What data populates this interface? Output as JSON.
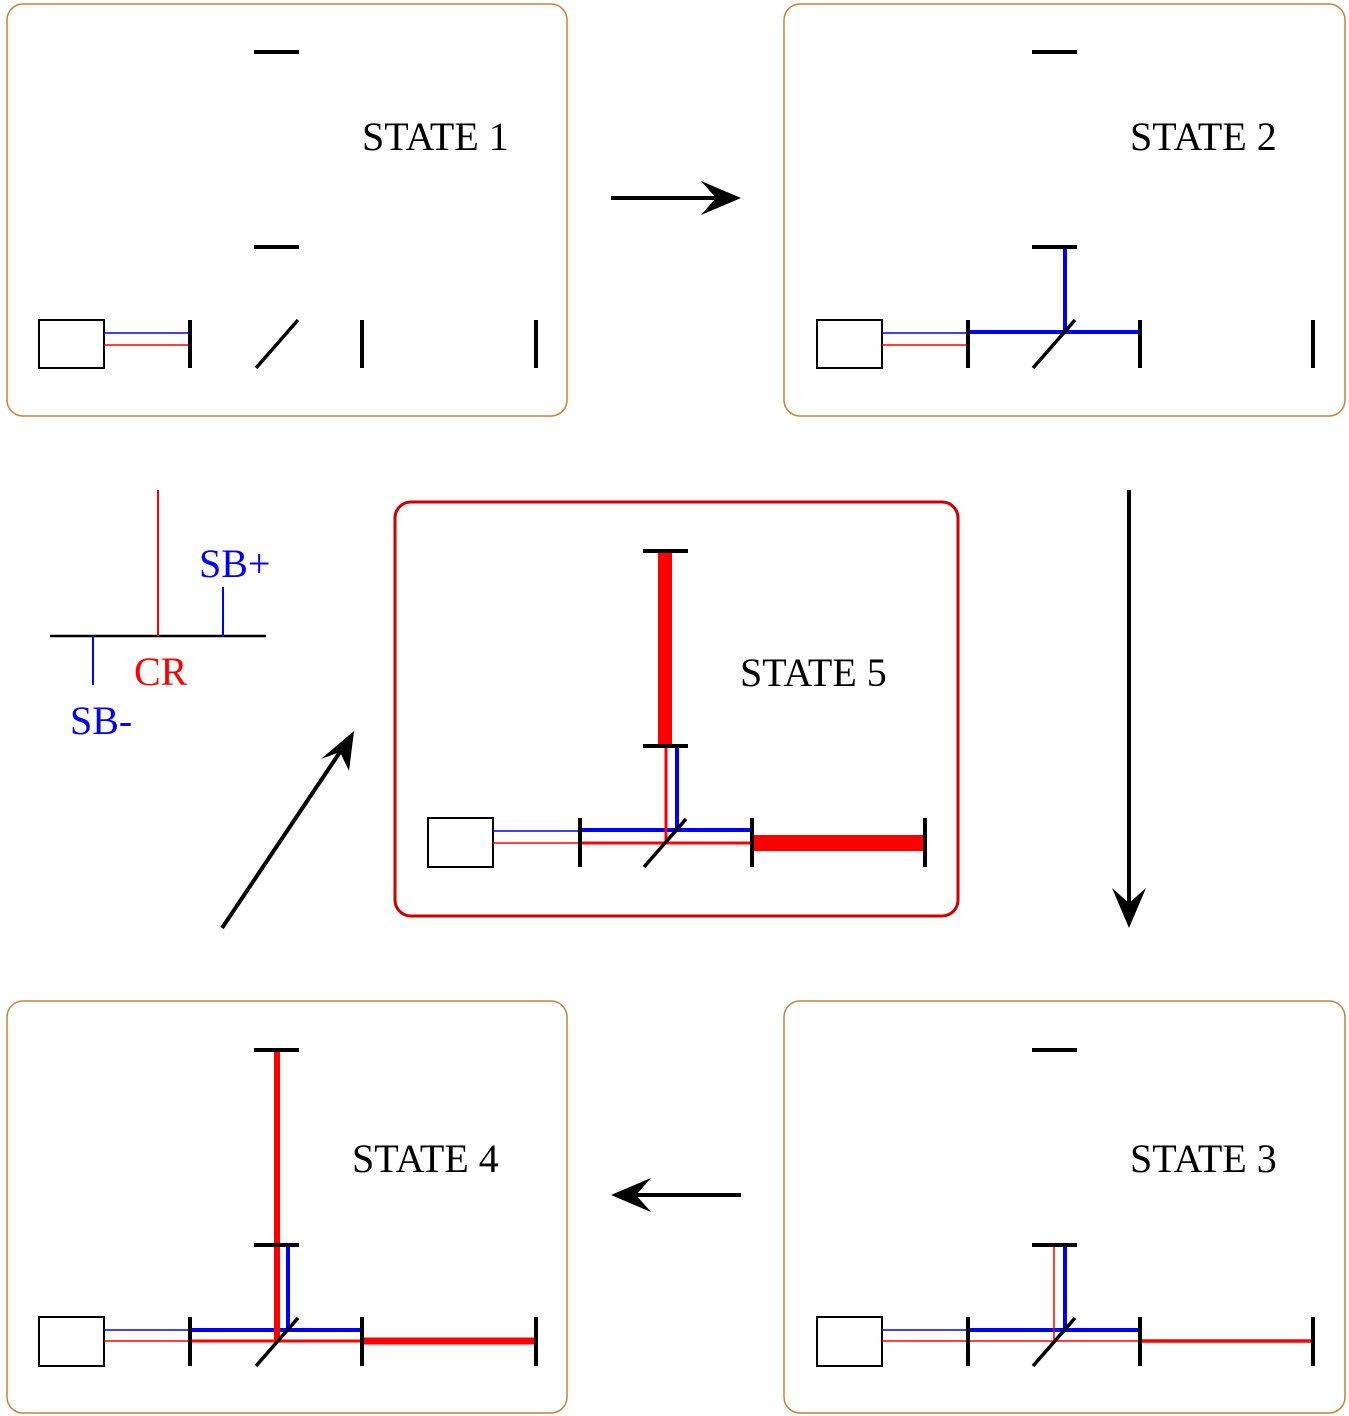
{
  "states": {
    "s1": "STATE  1",
    "s2": "STATE 2",
    "s3": "STATE 3",
    "s4": "STATE 4",
    "s5": "STATE 5"
  },
  "legend": {
    "sb_plus": "SB+",
    "cr": "CR",
    "sb_minus": "SB-"
  },
  "colors": {
    "panel_border": "#c8803a",
    "active_border": "#cc0000",
    "carrier": "#ff0000",
    "sideband": "#0000ff",
    "ink": "#000000"
  }
}
